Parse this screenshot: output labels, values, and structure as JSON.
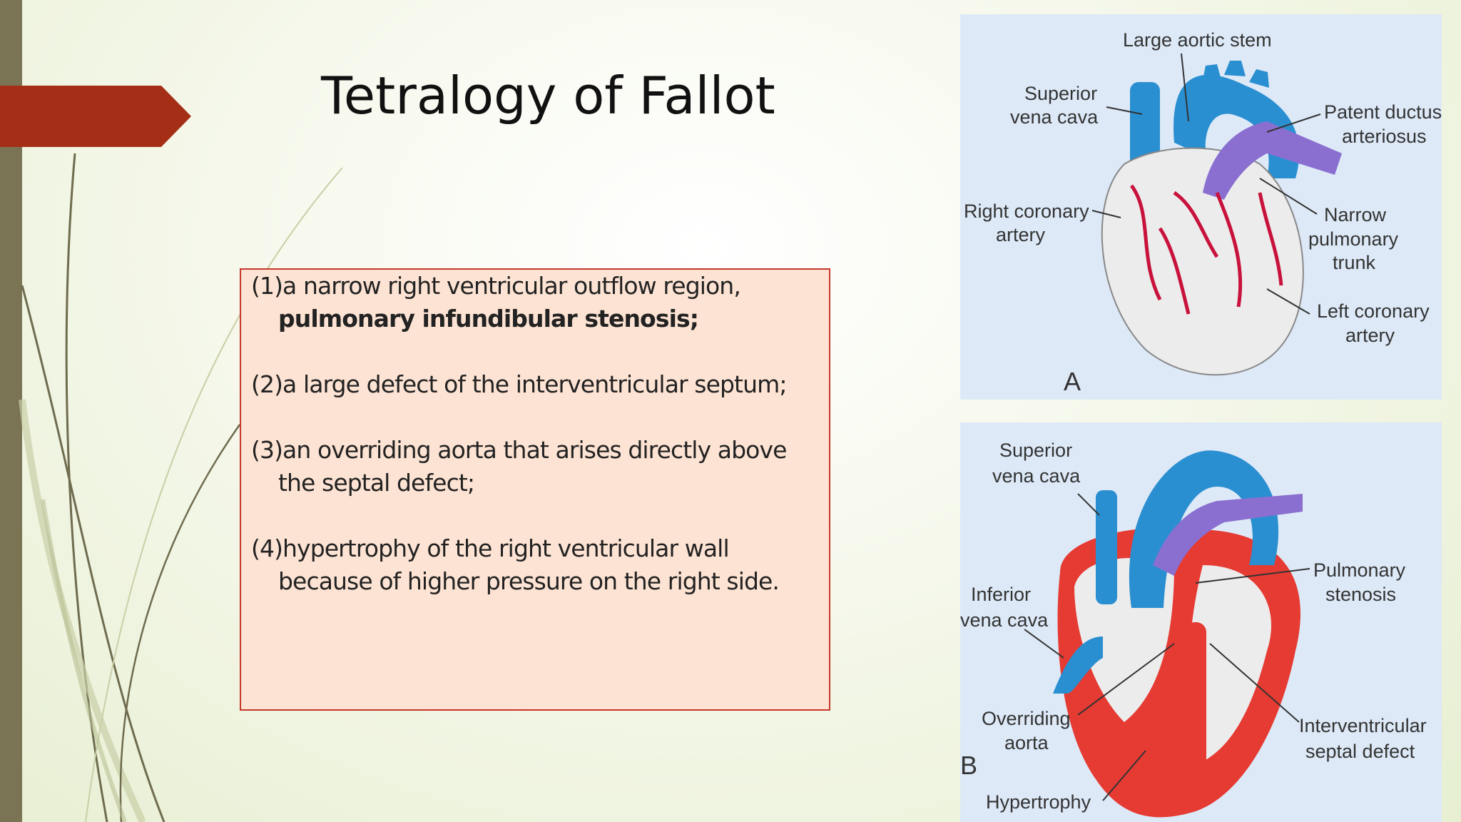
{
  "slide": {
    "title": "Tetralogy of Fallot",
    "accent_color": "#a52f16",
    "sidebar_color": "#7a7354"
  },
  "content": {
    "items": [
      {
        "number": "(1)",
        "line1": "a narrow right ventricular outflow region,",
        "line2": "pulmonary infundibular stenosis;"
      },
      {
        "number": "(2)",
        "line1": "a large defect of the interventricular septum;"
      },
      {
        "number": "(3)",
        "line1": "an overriding aorta that arises directly above",
        "line2": "the septal defect;"
      },
      {
        "number": "(4)",
        "line1": "hypertrophy of the right ventricular wall",
        "line2": "because of higher pressure on the right side."
      }
    ]
  },
  "figure_a": {
    "panel_letter": "A",
    "labels": {
      "large_aortic_stem": "Large aortic stem",
      "svc_1": "Superior",
      "svc_2": "vena cava",
      "pda_1": "Patent ductus",
      "pda_2": "arteriosus",
      "rca_1": "Right coronary",
      "rca_2": "artery",
      "npt_1": "Narrow",
      "npt_2": "pulmonary",
      "npt_3": "trunk",
      "lca_1": "Left coronary",
      "lca_2": "artery"
    }
  },
  "figure_b": {
    "panel_letter": "B",
    "labels": {
      "svc_1": "Superior",
      "svc_2": "vena cava",
      "ivc_1": "Inferior",
      "ivc_2": "vena cava",
      "ps_1": "Pulmonary",
      "ps_2": "stenosis",
      "oa_1": "Overriding",
      "oa_2": "aorta",
      "isd_1": "Interventricular",
      "isd_2": "septal defect",
      "hyp": "Hypertrophy"
    }
  }
}
